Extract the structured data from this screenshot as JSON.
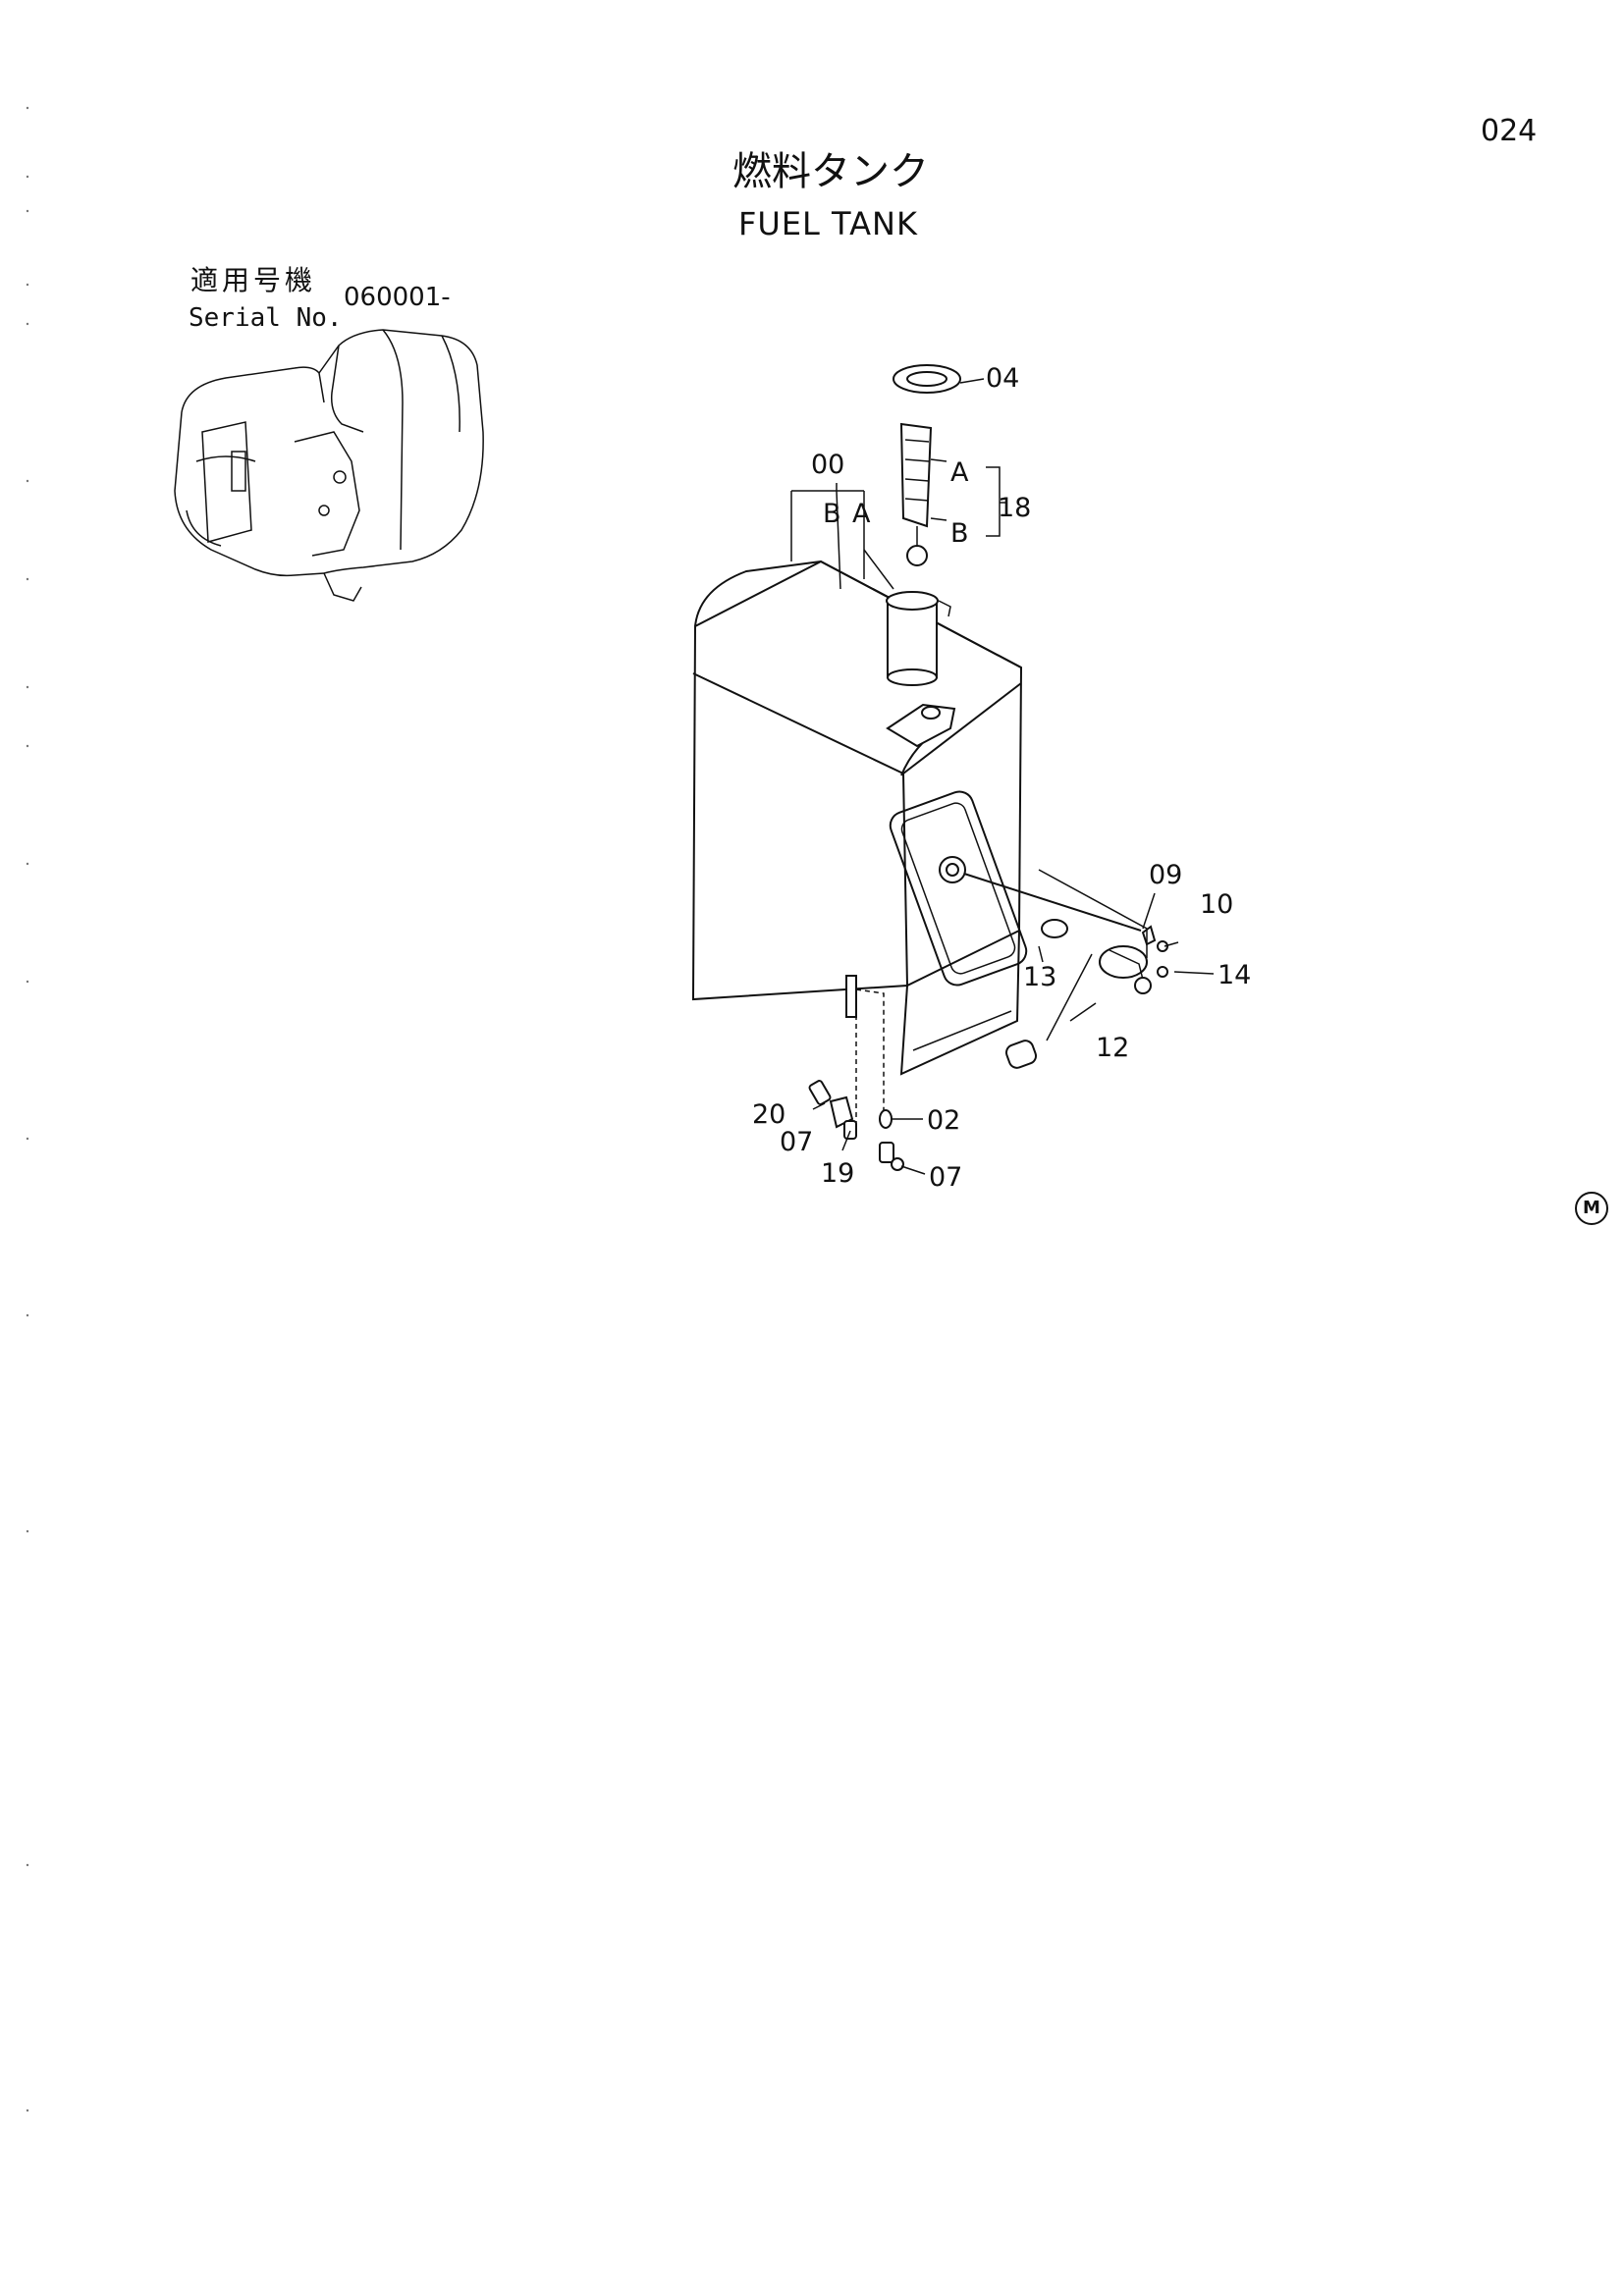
{
  "page": {
    "number": "024",
    "title_jp": "燃料タンク",
    "title_en": "FUEL TANK",
    "serial": {
      "label_jp": "適用号機",
      "label_en": "Serial No.",
      "value": "060001-"
    },
    "maker_mark": "M"
  },
  "diagram": {
    "callouts": [
      {
        "id": "04",
        "label": "04"
      },
      {
        "id": "00",
        "label": "00"
      },
      {
        "id": "B_left",
        "label": "B"
      },
      {
        "id": "A_left",
        "label": "A"
      },
      {
        "id": "A_right",
        "label": "A"
      },
      {
        "id": "B_right",
        "label": "B"
      },
      {
        "id": "18",
        "label": "18"
      },
      {
        "id": "09",
        "label": "09"
      },
      {
        "id": "10",
        "label": "10"
      },
      {
        "id": "13",
        "label": "13"
      },
      {
        "id": "14",
        "label": "14"
      },
      {
        "id": "12",
        "label": "12"
      },
      {
        "id": "20",
        "label": "20"
      },
      {
        "id": "07_left",
        "label": "07"
      },
      {
        "id": "02",
        "label": "02"
      },
      {
        "id": "19",
        "label": "19"
      },
      {
        "id": "07_right",
        "label": "07"
      }
    ]
  }
}
